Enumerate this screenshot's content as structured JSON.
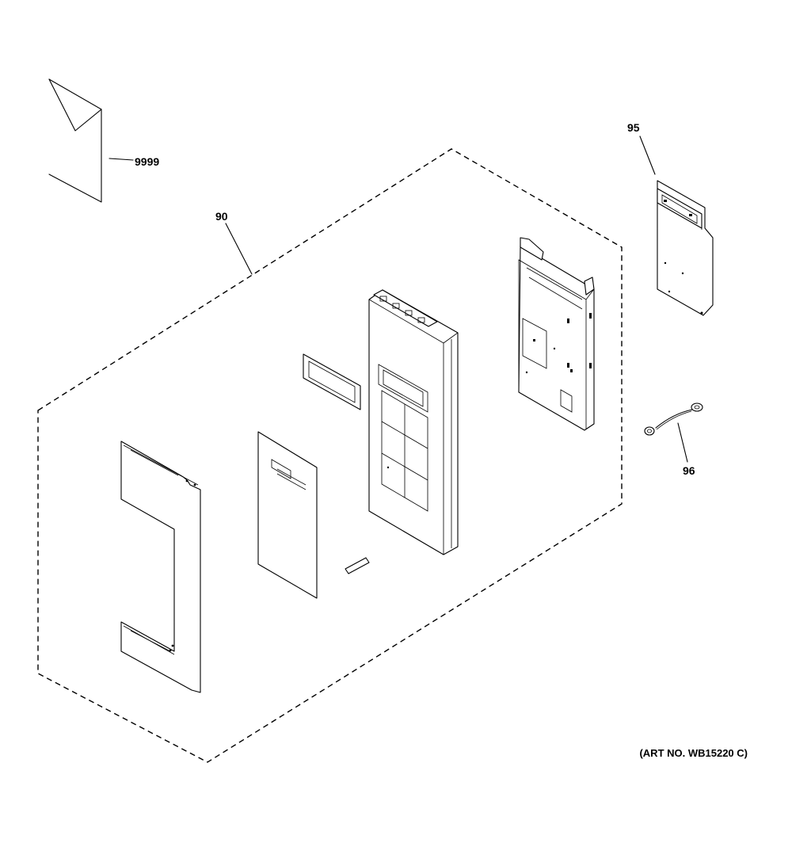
{
  "callouts": {
    "c9999": "9999",
    "c90": "90",
    "c95": "95",
    "c96": "96"
  },
  "art_number": "(ART NO. WB15220 C)"
}
